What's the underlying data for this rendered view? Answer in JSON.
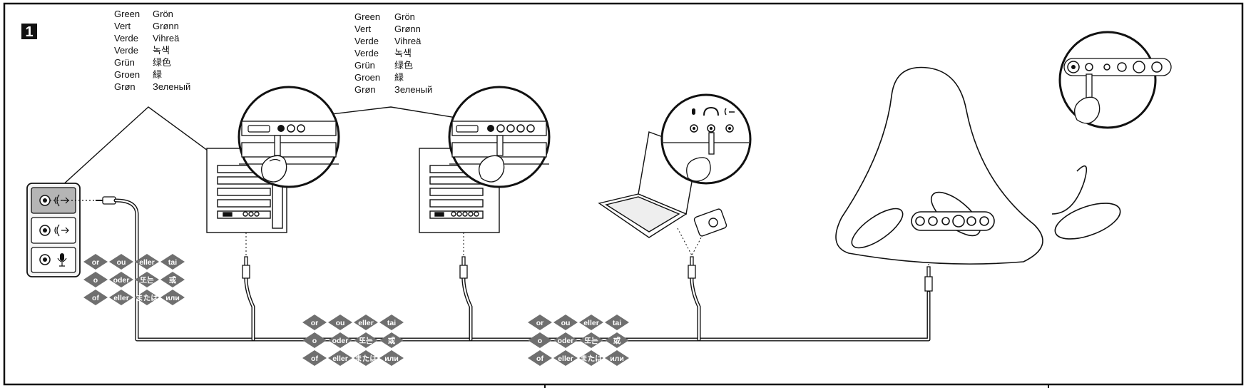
{
  "step_number": "1",
  "color_labels": {
    "left": [
      "Green",
      "Vert",
      "Verde",
      "Verde",
      "Grün",
      "Groen",
      "Grøn"
    ],
    "right": [
      "Grön",
      "Grønn",
      "Vihreä",
      "녹색",
      "绿色",
      "緑",
      "Зеленый"
    ]
  },
  "or_words": [
    [
      "or",
      "ou",
      "eller",
      "tai"
    ],
    [
      "o",
      "oder",
      "또는",
      "或"
    ],
    [
      "of",
      "eller",
      "または",
      "или"
    ]
  ],
  "colors": {
    "line": "#111111",
    "diamond": "#6f6f6f",
    "port_highlight": "#b5b5b5",
    "panel_fill": "#f4f4f4"
  },
  "icons": [
    "headphone-output-icon",
    "speaker-output-icon",
    "microphone-input-icon",
    "headphones-icon",
    "hand-icon",
    "audio-plug-icon"
  ]
}
